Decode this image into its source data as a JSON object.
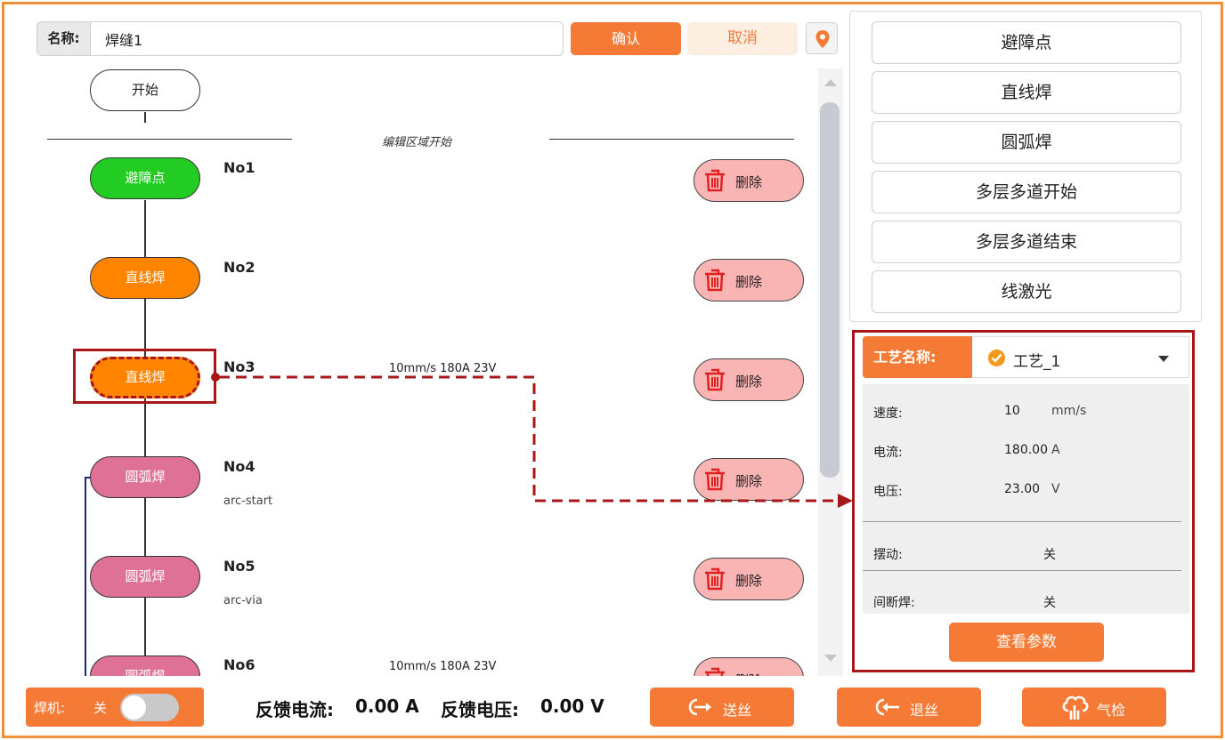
{
  "header": {
    "name_label": "名称:",
    "name_value": "焊缝1",
    "confirm_label": "确认",
    "cancel_label": "取消",
    "location_icon": "map-pin-icon"
  },
  "flow": {
    "start_label": "开始",
    "edit_area_label": "编辑区域开始",
    "delete_label": "删除",
    "steps": [
      {
        "no": "No1",
        "type": "避障点",
        "sub": "",
        "params": ""
      },
      {
        "no": "No2",
        "type": "直线焊",
        "sub": "",
        "params": ""
      },
      {
        "no": "No3",
        "type": "直线焊",
        "sub": "",
        "params": "10mm/s 180A 23V"
      },
      {
        "no": "No4",
        "type": "圆弧焊",
        "sub": "arc-start",
        "params": ""
      },
      {
        "no": "No5",
        "type": "圆弧焊",
        "sub": "arc-via",
        "params": ""
      },
      {
        "no": "No6",
        "type": "圆弧焊",
        "sub": "",
        "params": "10mm/s 180A 23V"
      }
    ]
  },
  "palette": {
    "items": [
      "避障点",
      "直线焊",
      "圆弧焊",
      "多层多道开始",
      "多层多道结束",
      "线激光"
    ]
  },
  "process": {
    "header_label": "工艺名称:",
    "selected": "工艺_1",
    "speed_label": "速度:",
    "speed_value": "10",
    "speed_unit": "mm/s",
    "current_label": "电流:",
    "current_value": "180.00",
    "current_unit": "A",
    "voltage_label": "电压:",
    "voltage_value": "23.00",
    "voltage_unit": "V",
    "weave_label": "摆动:",
    "weave_value": "关",
    "intermittent_label": "间断焊:",
    "intermittent_value": "关",
    "view_params_label": "查看参数"
  },
  "footer": {
    "welder_label": "焊机:",
    "welder_state": "关",
    "fb_current_label": "反馈电流:",
    "fb_current_value": "0.00 A",
    "fb_voltage_label": "反馈电压:",
    "fb_voltage_value": "0.00 V",
    "feed_label": "送丝",
    "retract_label": "退丝",
    "gas_label": "气检"
  },
  "colors": {
    "accent": "#f57a35",
    "obstacle_node": "#22cc22",
    "linear_node": "#ff8400",
    "arc_node": "#e07196",
    "delete_button": "#f9b4b4",
    "highlight": "#a81717"
  }
}
